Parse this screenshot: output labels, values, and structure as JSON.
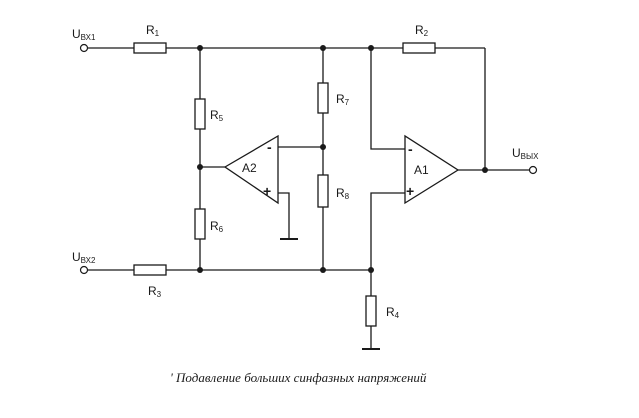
{
  "inputs": {
    "u1": {
      "base": "U",
      "sub": "ВХ1"
    },
    "u2": {
      "base": "U",
      "sub": "ВХ2"
    }
  },
  "output": {
    "base": "U",
    "sub": "ВЫХ"
  },
  "resistors": {
    "r1": {
      "base": "R",
      "sub": "1"
    },
    "r2": {
      "base": "R",
      "sub": "2"
    },
    "r3": {
      "base": "R",
      "sub": "3"
    },
    "r4": {
      "base": "R",
      "sub": "4"
    },
    "r5": {
      "base": "R",
      "sub": "5"
    },
    "r6": {
      "base": "R",
      "sub": "6"
    },
    "r7": {
      "base": "R",
      "sub": "7"
    },
    "r8": {
      "base": "R",
      "sub": "8"
    }
  },
  "opamps": {
    "a1": {
      "label": "A1",
      "minus": "-",
      "plus": "+"
    },
    "a2": {
      "label": "A2",
      "minus": "-",
      "plus": "+"
    }
  },
  "caption": "' Подавление больших синфазных напряжений"
}
